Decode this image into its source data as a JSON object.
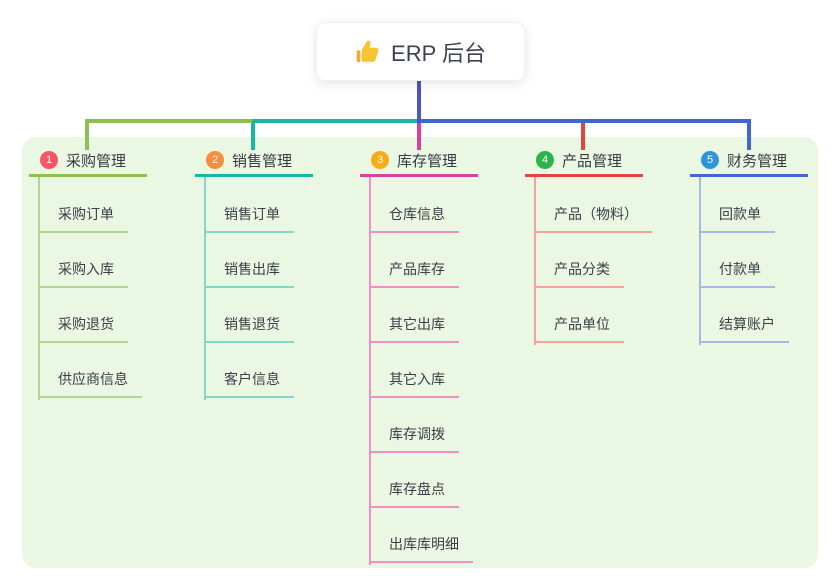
{
  "root": {
    "title": "ERP 后台",
    "icon": "thumbs-up-icon",
    "icon_color": "#f7c431"
  },
  "colors": {
    "panel_bg": "#e9f7e3",
    "card_bg": "#ffffff",
    "text": "#3a3f47",
    "root_stem": "#4c55c5"
  },
  "branches": [
    {
      "badge": "1",
      "label": "采购管理",
      "colors": {
        "badge": "#f85565",
        "accent": "#8fbe55",
        "light": "#b2d68d"
      },
      "children": [
        "采购订单",
        "采购入库",
        "采购退货",
        "供应商信息"
      ]
    },
    {
      "badge": "2",
      "label": "销售管理",
      "colors": {
        "badge": "#fb8b3f",
        "accent": "#15b8a6",
        "light": "#82d7c9"
      },
      "children": [
        "销售订单",
        "销售出库",
        "销售退货",
        "客户信息"
      ]
    },
    {
      "badge": "3",
      "label": "库存管理",
      "colors": {
        "badge": "#f9ac18",
        "accent": "#d8419d",
        "light": "#ef8fc4"
      },
      "children": [
        "仓库信息",
        "产品库存",
        "其它出库",
        "其它入库",
        "库存调拨",
        "库存盘点",
        "出库库明细"
      ]
    },
    {
      "badge": "4",
      "label": "产品管理",
      "colors": {
        "badge": "#2bb44b",
        "accent": "#e9423c",
        "light": "#f5a29c"
      },
      "children": [
        "产品（物料）",
        "产品分类",
        "产品单位"
      ]
    },
    {
      "badge": "5",
      "label": "财务管理",
      "colors": {
        "badge": "#2e95dc",
        "accent": "#4067cf",
        "light": "#a6b9e6"
      },
      "children": [
        "回款单",
        "付款单",
        "结算账户"
      ]
    }
  ]
}
